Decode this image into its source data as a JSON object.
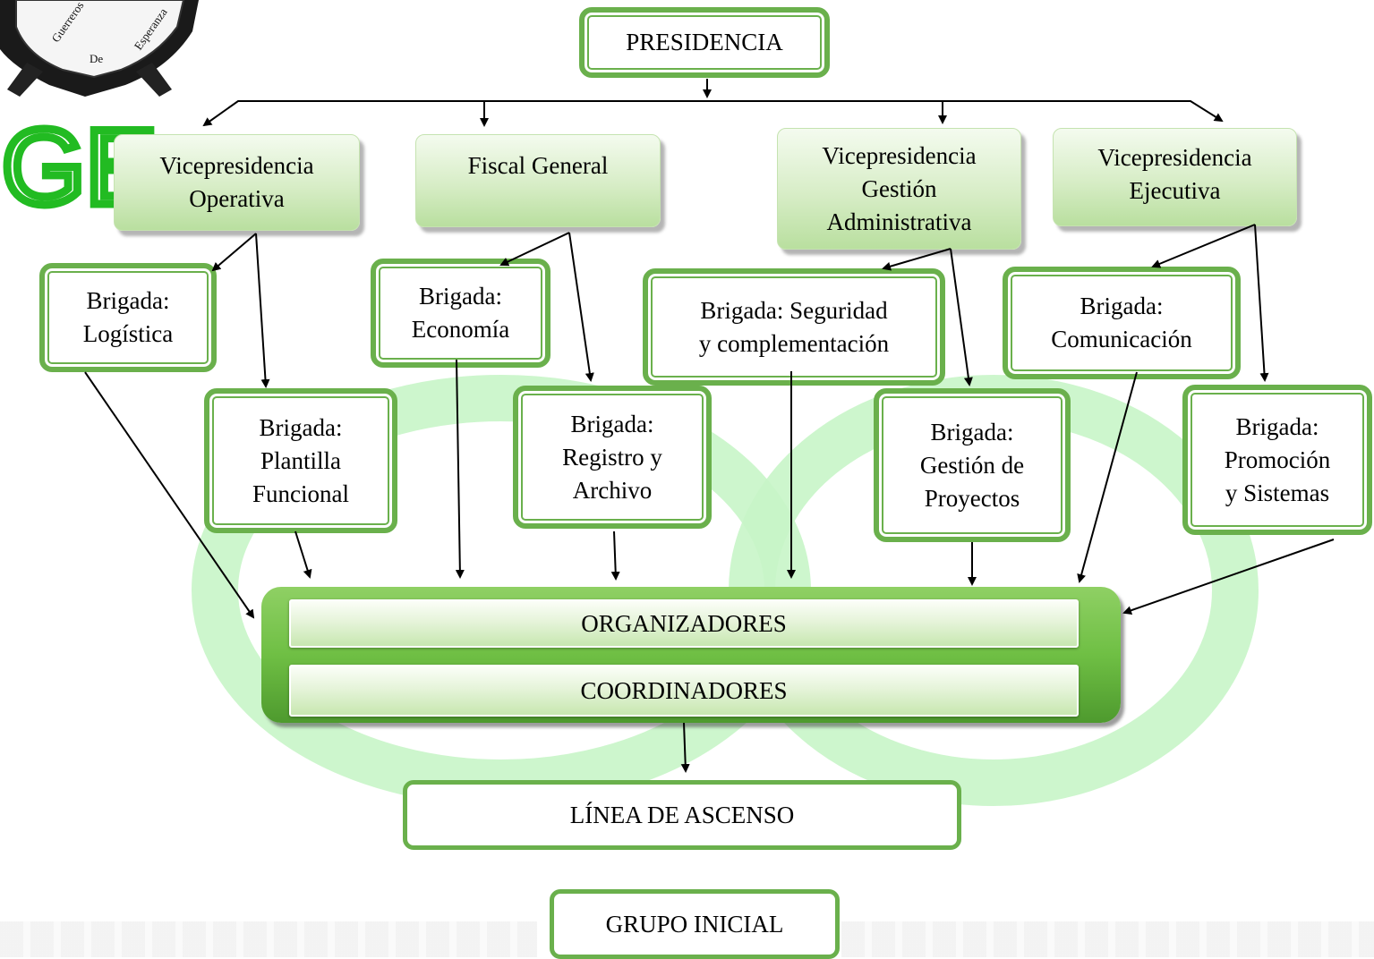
{
  "colors": {
    "accent_green": "#6ab04c",
    "watermark_green": "#c8f5c8",
    "arrow": "#000000"
  },
  "logo": {
    "lines": [
      "Guerreros",
      "De",
      "Esperanza"
    ],
    "big_text": "GE"
  },
  "nodes": {
    "presidencia": "PRESIDENCIA",
    "vp_operativa": "Vicepresidencia\nOperativa",
    "fiscal_general": "Fiscal General",
    "vp_gestion_admin": "Vicepresidencia\nGestión\nAdministrativa",
    "vp_ejecutiva": "Vicepresidencia\nEjecutiva",
    "brig_logistica": "Brigada:\nLogística",
    "brig_plantilla": "Brigada:\nPlantilla\nFuncional",
    "brig_economia": "Brigada:\nEconomía",
    "brig_registro": "Brigada:\nRegistro y\nArchivo",
    "brig_seguridad": "Brigada: Seguridad\ny complementación",
    "brig_proyectos": "Brigada:\nGestión de\nProyectos",
    "brig_comunicacion": "Brigada:\nComunicación",
    "brig_promocion": "Brigada:\nPromoción\ny Sistemas",
    "organizadores": "ORGANIZADORES",
    "coordinadores": "COORDINADORES",
    "linea_ascenso": "LÍNEA DE ASCENSO",
    "grupo_inicial": "GRUPO INICIAL"
  },
  "connections": [
    [
      "presidencia",
      "vp_operativa"
    ],
    [
      "presidencia",
      "fiscal_general"
    ],
    [
      "presidencia",
      "vp_gestion_admin"
    ],
    [
      "presidencia",
      "vp_ejecutiva"
    ],
    [
      "vp_operativa",
      "brig_logistica"
    ],
    [
      "vp_operativa",
      "brig_plantilla"
    ],
    [
      "fiscal_general",
      "brig_economia"
    ],
    [
      "fiscal_general",
      "brig_registro"
    ],
    [
      "vp_gestion_admin",
      "brig_seguridad"
    ],
    [
      "vp_gestion_admin",
      "brig_proyectos"
    ],
    [
      "vp_ejecutiva",
      "brig_comunicacion"
    ],
    [
      "vp_ejecutiva",
      "brig_promocion"
    ],
    [
      "brig_logistica",
      "organizadores"
    ],
    [
      "brig_plantilla",
      "organizadores"
    ],
    [
      "brig_economia",
      "organizadores"
    ],
    [
      "brig_registro",
      "organizadores"
    ],
    [
      "brig_seguridad",
      "organizadores"
    ],
    [
      "brig_proyectos",
      "organizadores"
    ],
    [
      "brig_comunicacion",
      "organizadores"
    ],
    [
      "brig_promocion",
      "organizadores"
    ],
    [
      "coordinadores",
      "linea_ascenso"
    ],
    [
      "linea_ascenso",
      "grupo_inicial"
    ]
  ]
}
